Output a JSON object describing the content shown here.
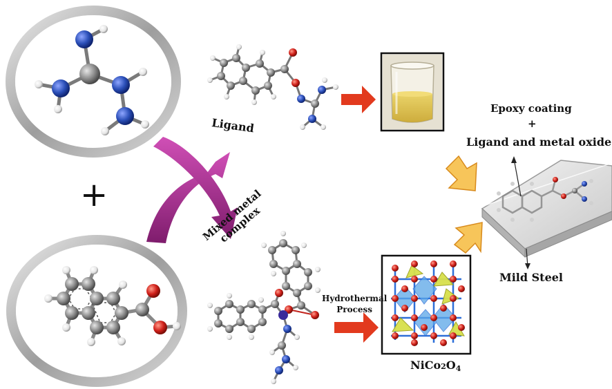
{
  "labels": {
    "ligand": "Ligand",
    "mixed_metal_line1": "Mixed metal",
    "mixed_metal_line2": "complex",
    "hydro_line1": "Hydrothermal",
    "hydro_line2": "Process",
    "nico_main": "NiCo",
    "nico_sub1": "2",
    "nico_o": "O",
    "nico_sub2": "4",
    "epoxy": "Epoxy coating",
    "plus_small": "+",
    "ligand_metal_oxide": "Ligand and metal oxide",
    "mild_steel": "Mild Steel",
    "plus_big": "+"
  },
  "colors": {
    "carbon_gray": "#8c8c8c",
    "nitrogen_blue": "#2b4fb8",
    "oxygen_red": "#d0201a",
    "hydrogen_white": "#f2f2f2",
    "red_arrow": "#e23a1e",
    "yellow_arrow": "#f7c55a",
    "purple_arrow": "#a8278f",
    "ring_gray": "#b8b8b8"
  }
}
